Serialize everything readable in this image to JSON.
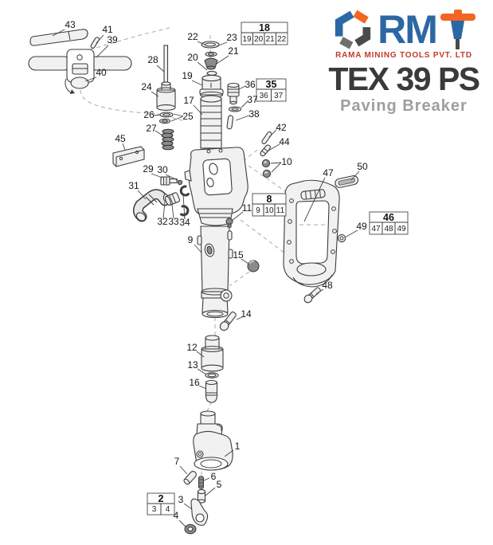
{
  "brand": {
    "wordmark": "RM",
    "company": "RAMA MINING TOOLS PVT. LTD",
    "model": "TEX 39 PS",
    "subtitle": "Paving Breaker",
    "icons": {
      "hex_logo": "hexagon-logo-icon",
      "tool": "jackhammer-tool-icon"
    },
    "colors": {
      "blue": "#2c67a5",
      "orange": "#f26522",
      "dark_gray": "#4a4a4a",
      "mid_gray": "#6e6e6e",
      "red": "#c13a2d",
      "ink": "#3b3a39",
      "subtitle_gray": "#9e9e9e"
    }
  },
  "diagram": {
    "callouts": {
      "c1": "1",
      "c3": "3",
      "c4": "4",
      "c5": "5",
      "c6": "6",
      "c7": "7",
      "c9": "9",
      "c10": "10",
      "c11": "11",
      "c12": "12",
      "c13": "13",
      "c14": "14",
      "c15": "15",
      "c16": "16",
      "c17": "17",
      "c19": "19",
      "c20": "20",
      "c21": "21",
      "c22": "22",
      "c23": "23",
      "c24": "24",
      "c25": "25",
      "c26": "26",
      "c27": "27",
      "c28": "28",
      "c29": "29",
      "c30": "30",
      "c31": "31",
      "c32": "32",
      "c33": "33",
      "c34": "34",
      "c36": "36",
      "c37": "37",
      "c38": "38",
      "c39": "39",
      "c40": "40",
      "c41": "41",
      "c42": "42",
      "c43": "43",
      "c44": "44",
      "c45": "45",
      "c47": "47",
      "c48": "48",
      "c49": "49",
      "c50": "50"
    },
    "boxes": [
      {
        "main": "18",
        "subs": [
          "19",
          "20",
          "21",
          "22"
        ]
      },
      {
        "main": "35",
        "subs": [
          "36",
          "37"
        ]
      },
      {
        "main": "8",
        "subs": [
          "9",
          "10",
          "11"
        ]
      },
      {
        "main": "46",
        "subs": [
          "47",
          "48",
          "49"
        ]
      },
      {
        "main": "2",
        "subs": [
          "3",
          "4"
        ]
      }
    ]
  }
}
